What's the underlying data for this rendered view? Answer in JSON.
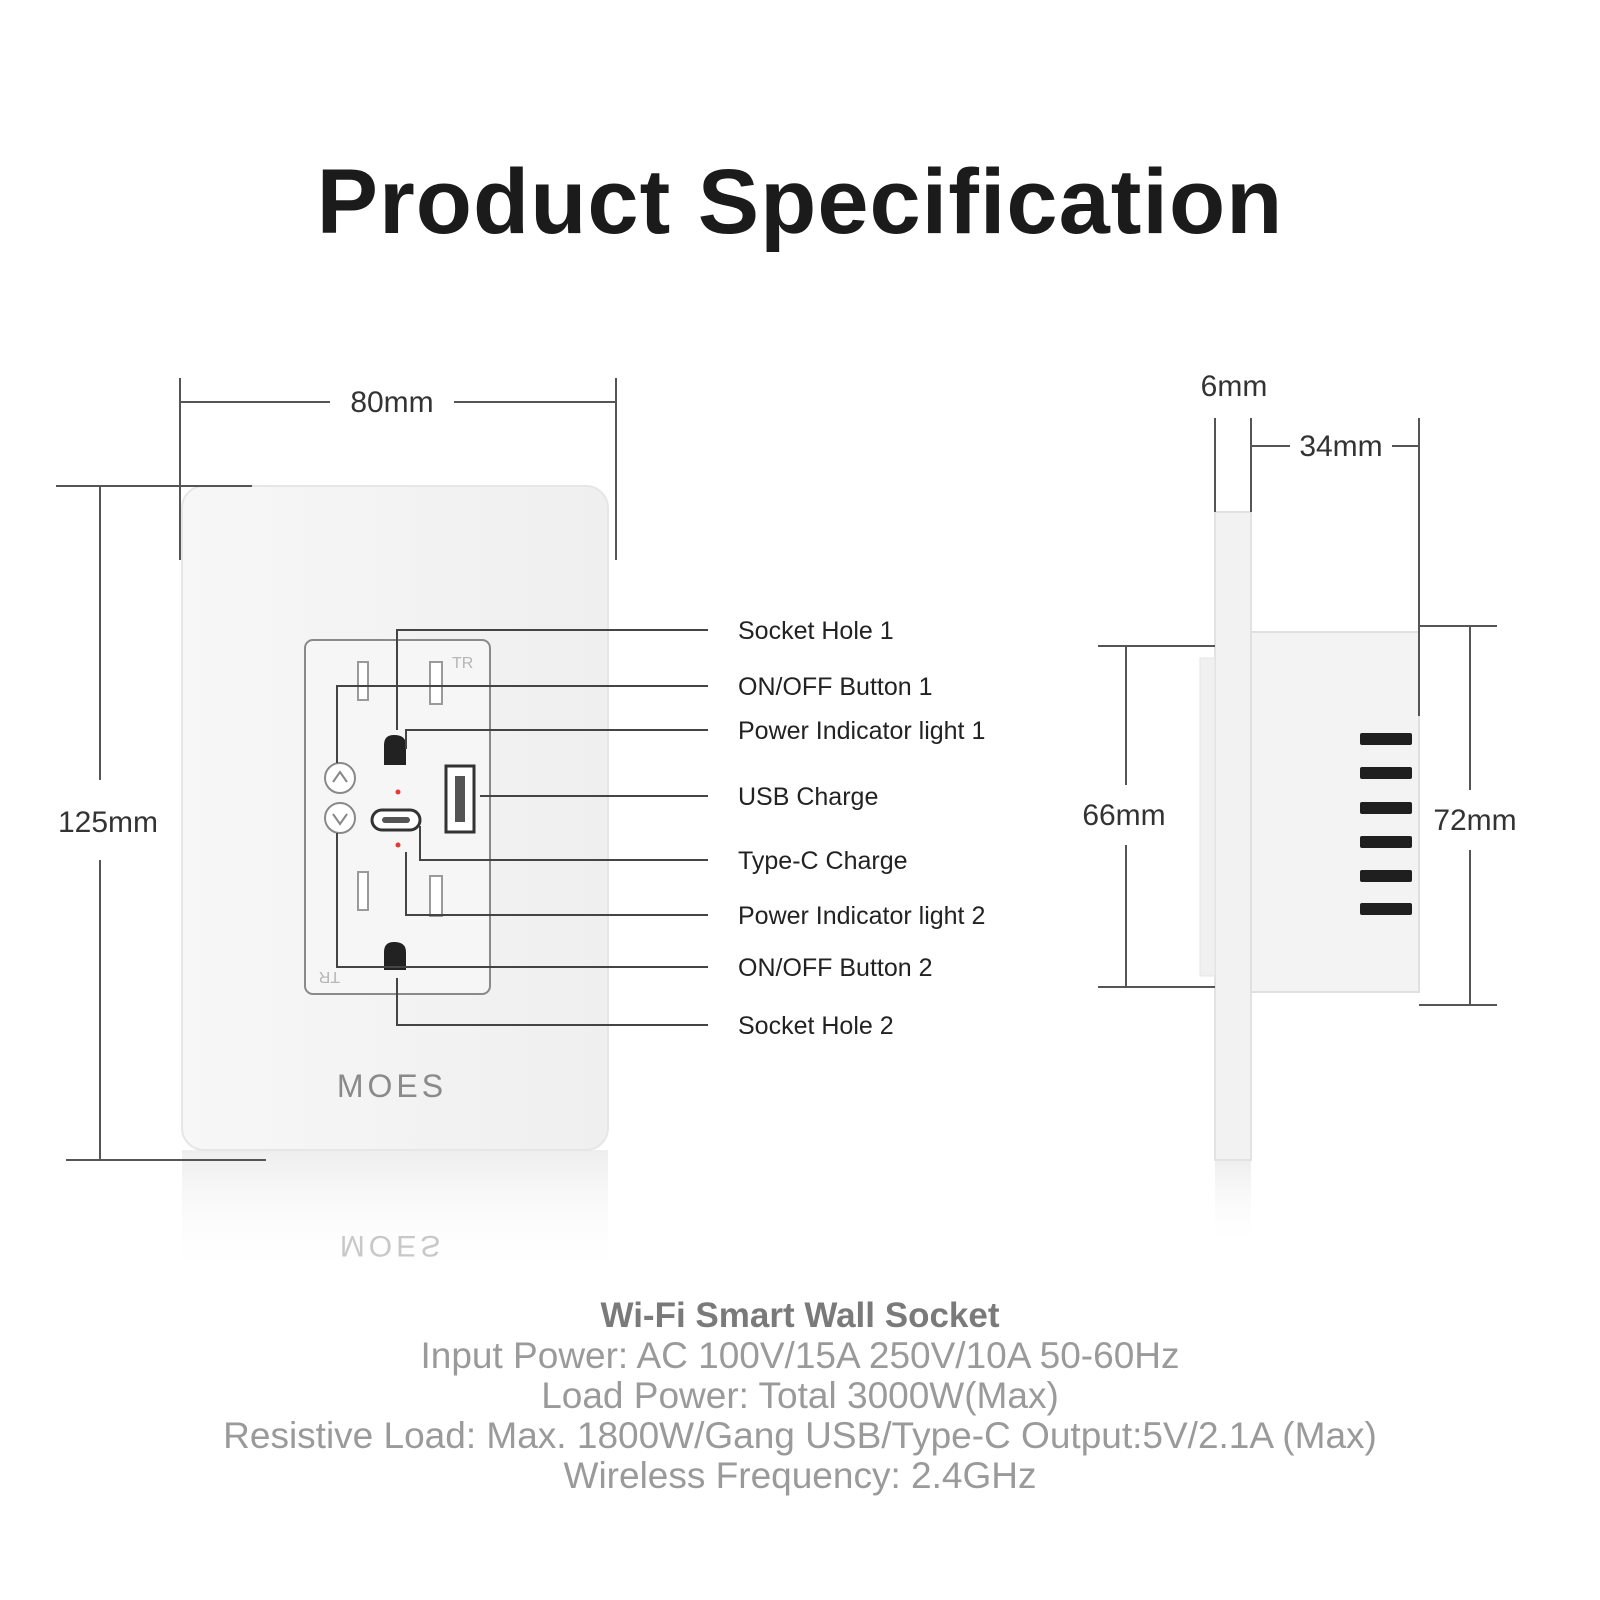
{
  "title": "Product Specification",
  "front_view": {
    "width_label": "80mm",
    "height_label": "125mm",
    "brand": "MOES",
    "outlet_marking": "TR"
  },
  "callouts": [
    "Socket Hole 1",
    "ON/OFF Button 1",
    "Power Indicator light 1",
    "USB Charge",
    "Type-C Charge",
    "Power Indicator light 2",
    "ON/OFF Button 2",
    "Socket Hole 2"
  ],
  "side_view": {
    "plate_thickness_label": "6mm",
    "depth_label": "34mm",
    "left_height_label": "66mm",
    "right_height_label": "72mm"
  },
  "specs": {
    "product_name": "Wi-Fi Smart Wall Socket",
    "input_power": "Input Power: AC 100V/15A 250V/10A 50-60Hz",
    "load_power": "Load Power: Total 3000W(Max)",
    "resistive_load": "Resistive Load: Max. 1800W/Gang USB/Type-C Output:5V/2.1A (Max)",
    "wireless_frequency": "Wireless Frequency: 2.4GHz"
  },
  "colors": {
    "plate": "#f4f4f4",
    "indicator": "#e53935",
    "line": "#444444"
  }
}
